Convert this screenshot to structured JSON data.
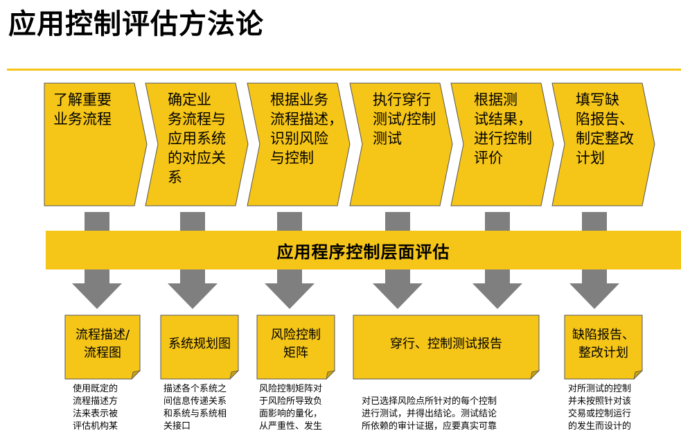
{
  "title": "应用控制评估方法论",
  "colors": {
    "accent": "#f5c518",
    "arrow": "#7f7f7f",
    "border": "#555555"
  },
  "steps": [
    {
      "label": "了解重要\n业务流程"
    },
    {
      "label": "确定业\n务流程与\n应用系统\n的对应关\n系"
    },
    {
      "label": "根据业务\n流程描述，\n识别风险\n与控制"
    },
    {
      "label": "执行穿行\n测试/控制\n测试"
    },
    {
      "label": "根据测\n试结果，\n进行控制\n评价"
    },
    {
      "label": "填写缺\n陷报告、\n制定整改\n计划"
    }
  ],
  "band_label": "应用程序控制层面评估",
  "outputs": [
    {
      "label": "流程描述/\n流程图",
      "desc": "使用既定的\n流程描述方\n法来表示被\n评估机构某"
    },
    {
      "label": "系统规划图",
      "desc": "描述各个系统之\n间信息传递关系\n和系统与系统相\n关接口"
    },
    {
      "label": "风险控制\n矩阵",
      "desc": "风险控制矩阵对\n于风险所导致负\n面影响的量化，\n从严重性、发生"
    },
    {
      "label": "穿行、控制测试报告",
      "desc": "对已选择风险点所针对的每个控制\n进行测试，并得出结论。测试结论\n所依赖的审计证据，应要真实可靠"
    },
    {
      "label": "缺陷报告、\n整改计划",
      "desc": "对所测试的控制\n并未按照针对该\n交易或控制运行\n的发生而设计的"
    }
  ]
}
